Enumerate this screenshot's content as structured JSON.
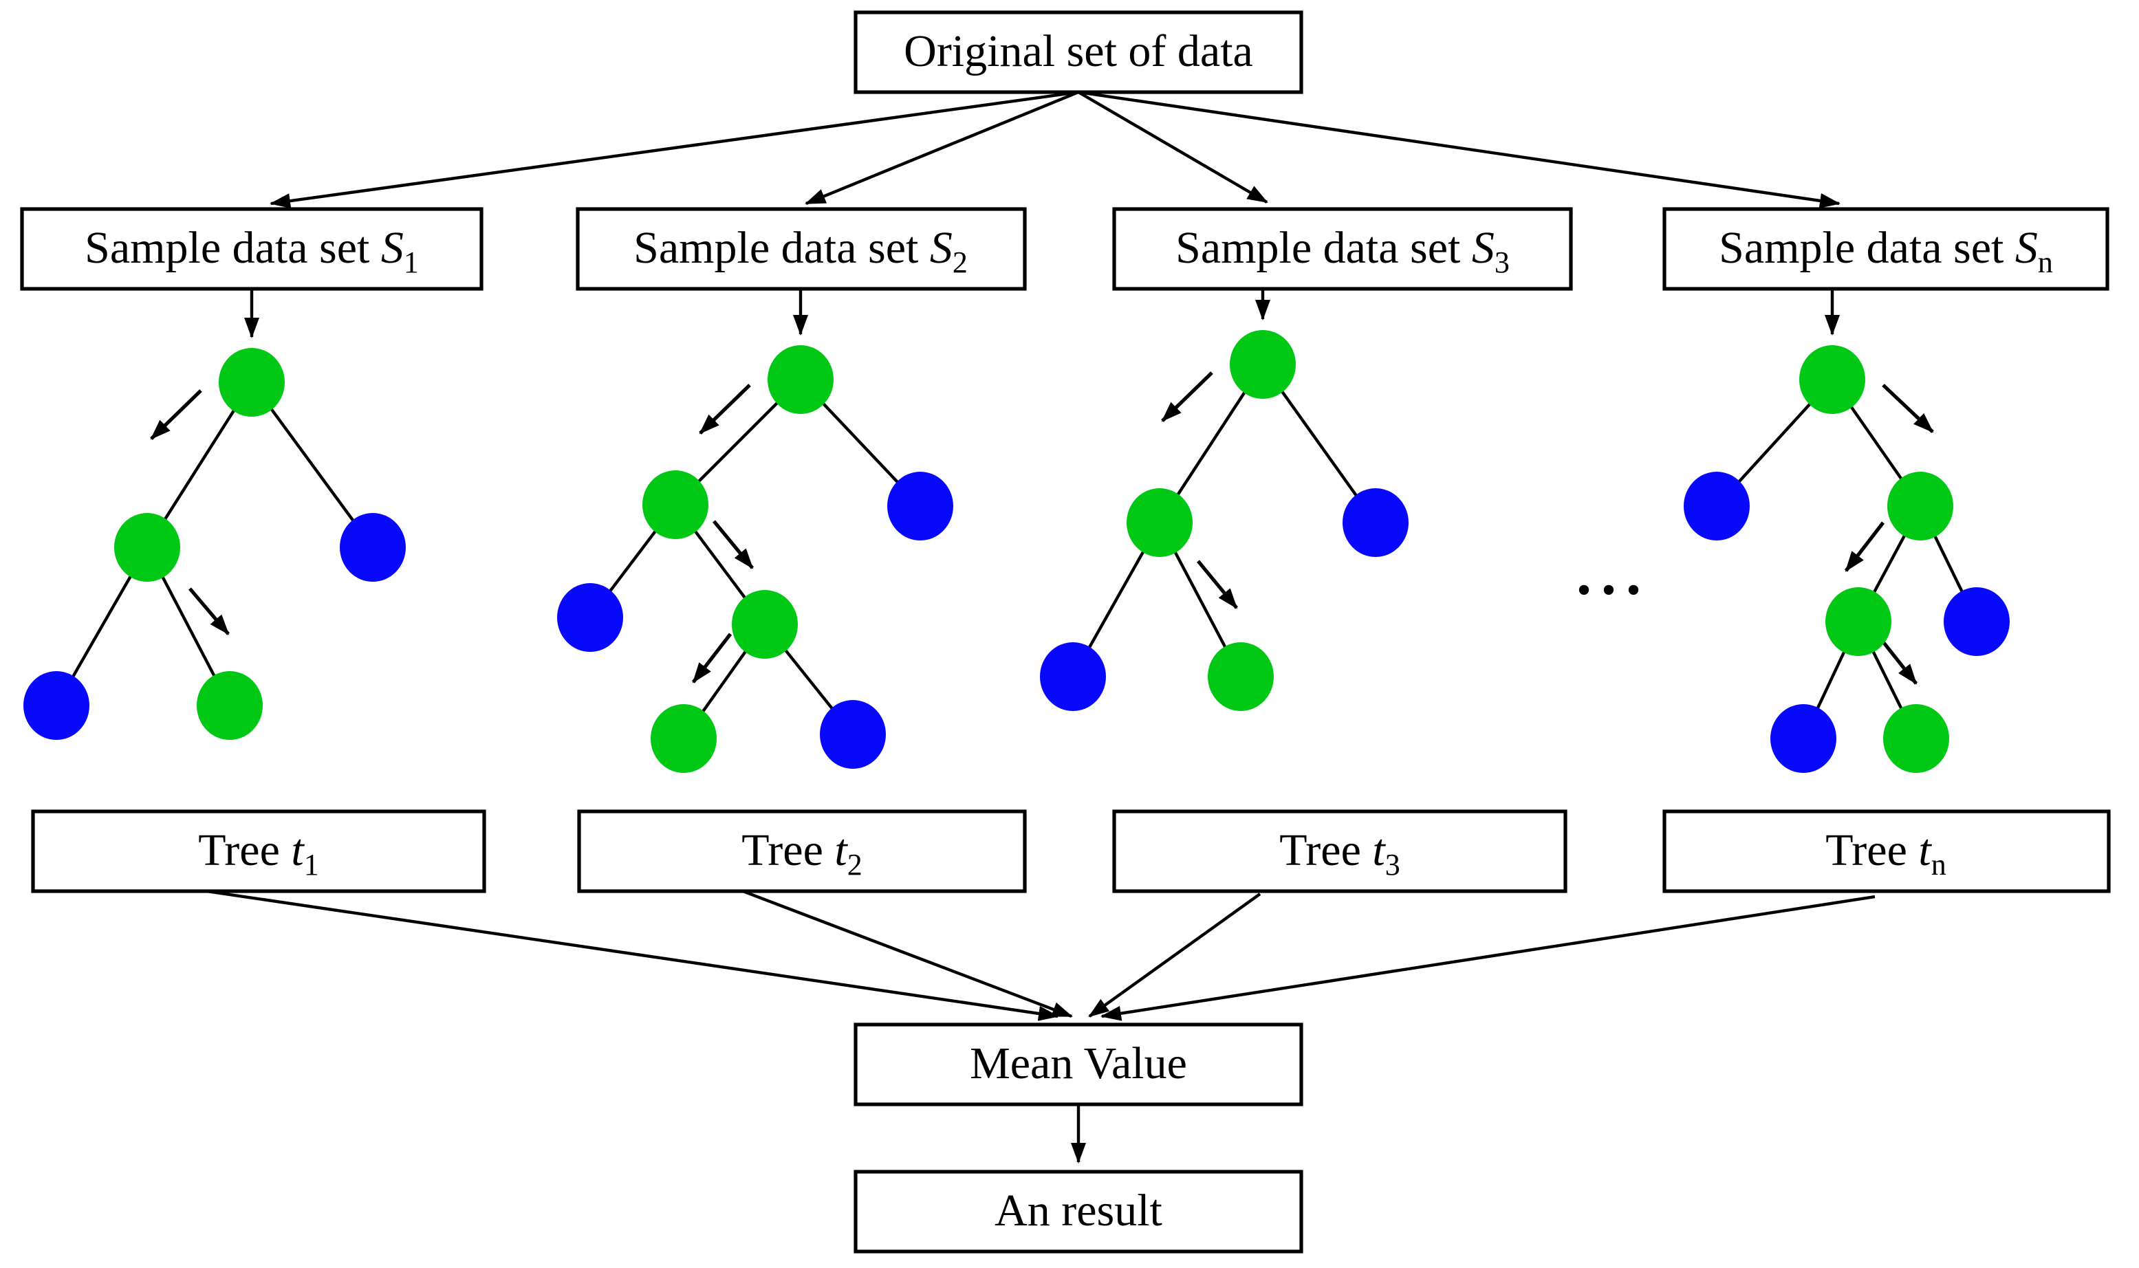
{
  "diagram": {
    "title_box": {
      "label": "Original set of data"
    },
    "sample_boxes": [
      {
        "prefix": "Sample data set ",
        "symbol": "S",
        "sub": "1"
      },
      {
        "prefix": "Sample data set ",
        "symbol": "S",
        "sub": "2"
      },
      {
        "prefix": "Sample data set ",
        "symbol": "S",
        "sub": "3"
      },
      {
        "prefix": "Sample data set ",
        "symbol": "S",
        "sub": "n"
      }
    ],
    "tree_boxes": [
      {
        "prefix": "Tree ",
        "symbol": "t",
        "sub": "1"
      },
      {
        "prefix": "Tree ",
        "symbol": "t",
        "sub": "2"
      },
      {
        "prefix": "Tree ",
        "symbol": "t",
        "sub": "3"
      },
      {
        "prefix": "Tree ",
        "symbol": "t",
        "sub": "n"
      }
    ],
    "ellipsis": "...",
    "mean_box": {
      "label": "Mean Value"
    },
    "result_box": {
      "label": "An result"
    },
    "trees": [
      {
        "name": "tree-1",
        "levels": 3,
        "node_colors": [
          "green",
          "green",
          "blue",
          "blue",
          "green"
        ]
      },
      {
        "name": "tree-2",
        "levels": 4,
        "node_colors": [
          "green",
          "green",
          "blue",
          "blue",
          "green",
          "green",
          "blue"
        ]
      },
      {
        "name": "tree-3",
        "levels": 3,
        "node_colors": [
          "green",
          "green",
          "blue",
          "blue",
          "green"
        ]
      },
      {
        "name": "tree-n",
        "levels": 4,
        "node_colors": [
          "green",
          "blue",
          "green",
          "green",
          "blue",
          "blue",
          "green"
        ]
      }
    ],
    "colors": {
      "split_node": "#00C814",
      "leaf_node": "#0808FA",
      "connector": "#000000",
      "box_border": "#000000",
      "box_fill": "#FFFFFF",
      "background": "#FFFFFF"
    }
  }
}
